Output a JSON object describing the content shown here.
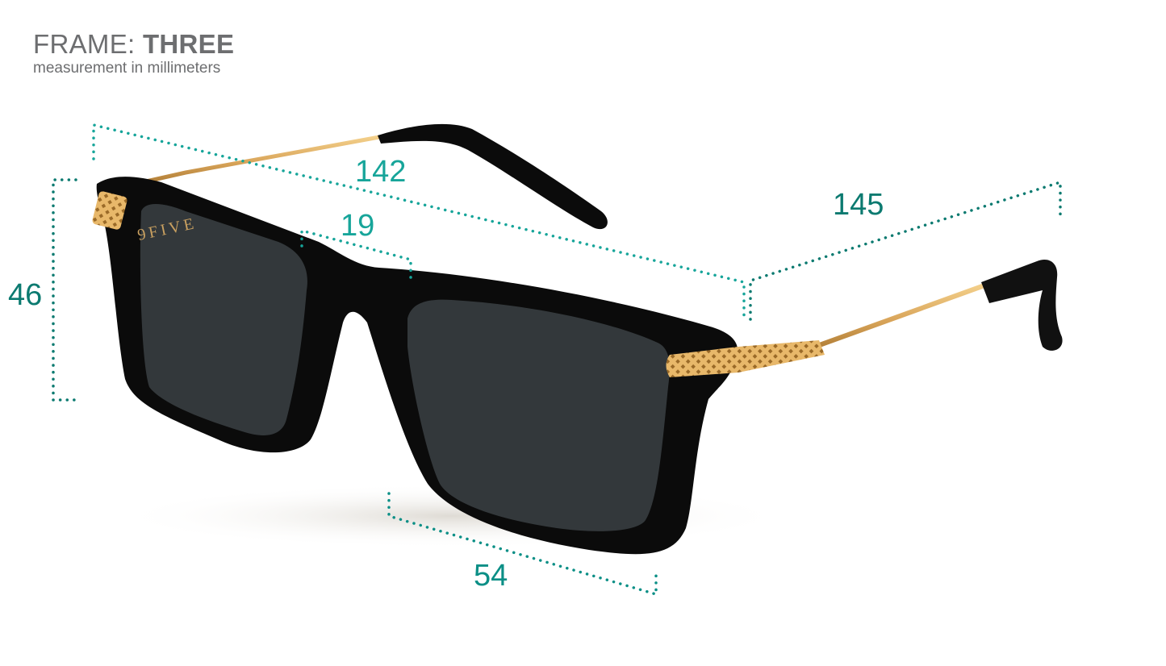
{
  "header": {
    "title_prefix": "FRAME: ",
    "title_name": "THREE",
    "subtitle": "measurement in millimeters"
  },
  "product": {
    "brand_mark": "9FIVE",
    "frame_color": "#0b0b0b",
    "lens_color": "#33383b",
    "metal_color": "#d9a55a"
  },
  "colors": {
    "header_text": "#6d6e70",
    "dim_teal_light": "#17a59a",
    "dim_teal_dark": "#0b7a70"
  },
  "dimensions": {
    "frame_height": {
      "value": "46",
      "unit": "mm"
    },
    "total_width": {
      "value": "142",
      "unit": "mm"
    },
    "bridge_width": {
      "value": "19",
      "unit": "mm"
    },
    "temple_length": {
      "value": "145",
      "unit": "mm"
    },
    "lens_width": {
      "value": "54",
      "unit": "mm"
    }
  }
}
